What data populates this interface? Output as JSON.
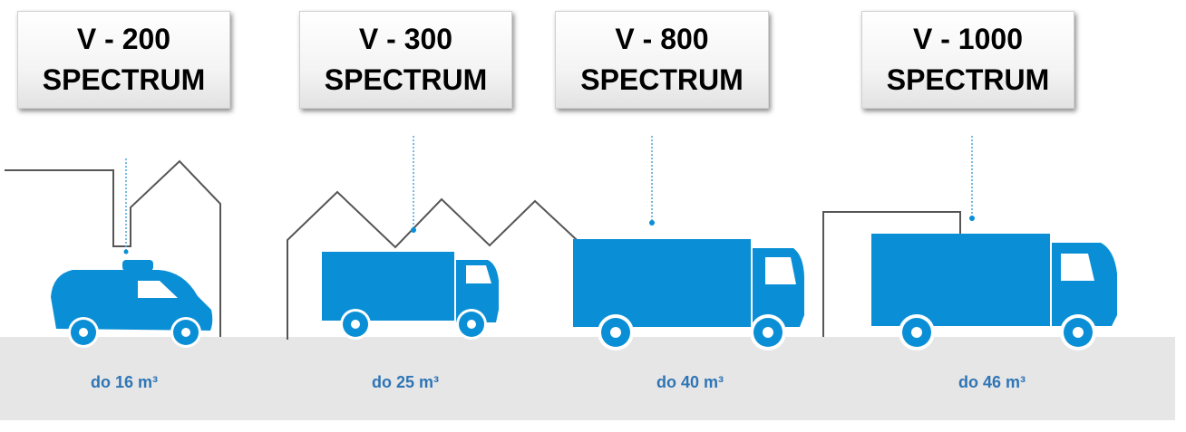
{
  "colors": {
    "vehicle": "#0a8fd6",
    "outline": "#555555",
    "ground": "#e6e6e6",
    "capacity_text": "#2e75b6"
  },
  "models": [
    {
      "model": "V - 200",
      "series": "SPECTRUM",
      "capacity": "do 16 m³",
      "vehicle_icon": "van-icon"
    },
    {
      "model": "V - 300",
      "series": "SPECTRUM",
      "capacity": "do 25 m³",
      "vehicle_icon": "small-truck-icon"
    },
    {
      "model": "V - 800",
      "series": "SPECTRUM",
      "capacity": "do 40 m³",
      "vehicle_icon": "large-truck-icon"
    },
    {
      "model": "V - 1000",
      "series": "SPECTRUM",
      "capacity": "do 46 m³",
      "vehicle_icon": "large-truck-icon"
    }
  ]
}
